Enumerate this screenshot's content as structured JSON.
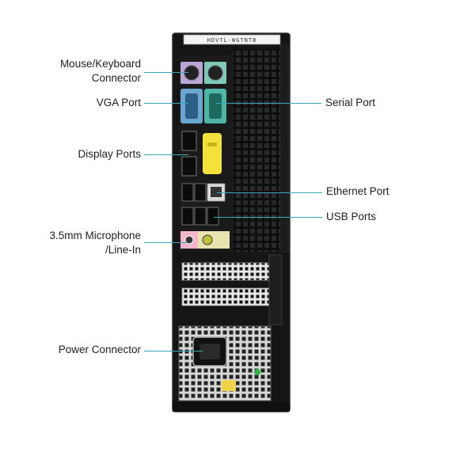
{
  "callouts": {
    "mouse_keyboard": "Mouse/Keyboard\nConnector",
    "vga": "VGA Port",
    "display": "Display Ports",
    "microphone": "3.5mm  Microphone\n/Line-In",
    "power": "Power Connector",
    "serial": "Serial Port",
    "ethernet": "Ethernet Port",
    "usb": "USB Ports"
  },
  "colors": {
    "leader_line": "#3aa8b8",
    "chassis": "#141414",
    "ps2_mouse": "#7fc8b8",
    "ps2_keyboard": "#b9a6d6",
    "vga": "#6aa6cf",
    "serial": "#4fb5a4",
    "audio_panel": "#e8e4b0",
    "sticker": "#f2e23a"
  },
  "chassis_serial_text": "HDVTL-WGTNTB"
}
